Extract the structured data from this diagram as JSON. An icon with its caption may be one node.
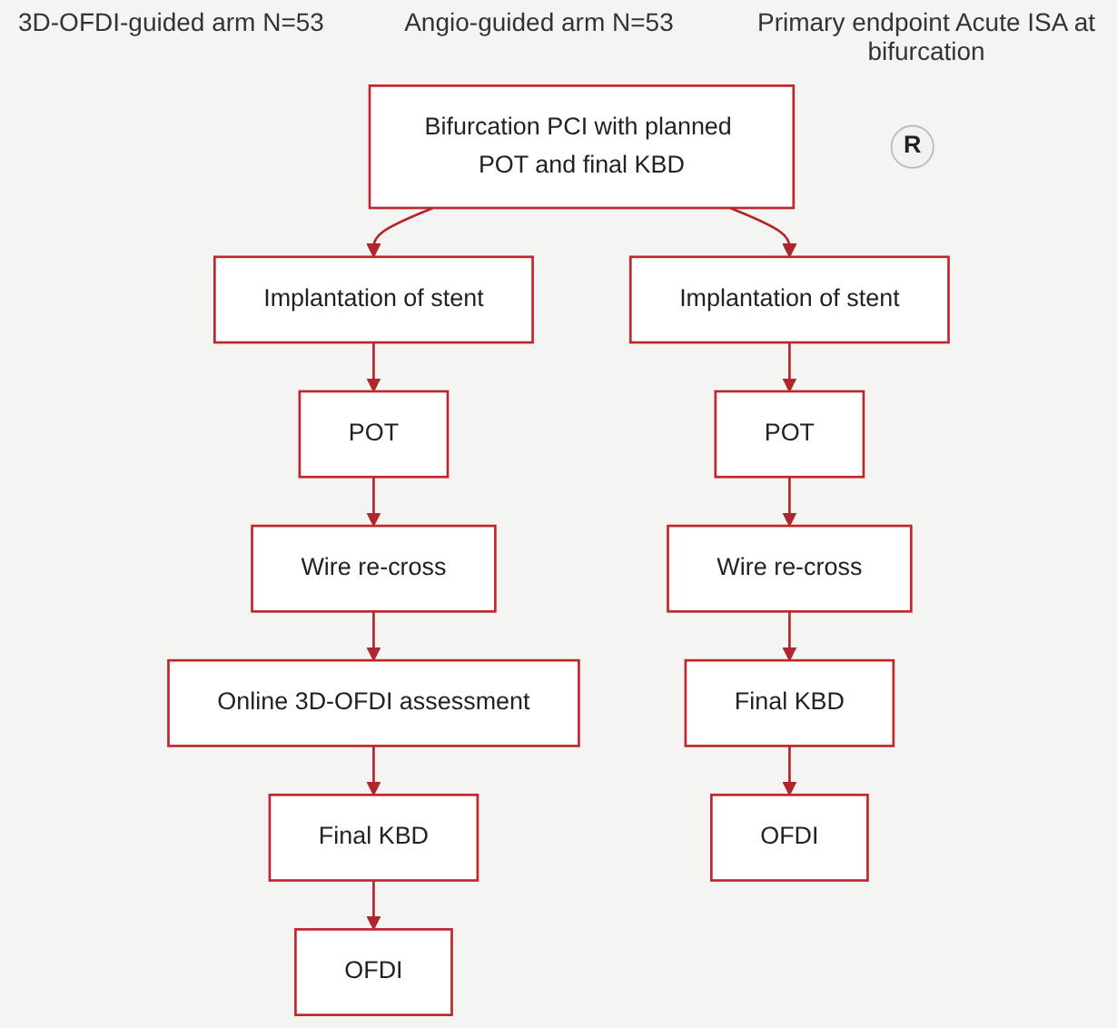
{
  "diagram": {
    "nodes": [
      {
        "text": [
          "Bifurcation PCI with planned POT and final KBD"
        ]
      },
      {
        "text": [
          "R"
        ]
      },
      {
        "text": [
          "Implantation of stent"
        ]
      },
      {
        "text": [
          "POT"
        ]
      },
      {
        "text": [
          "Wire re-cross"
        ]
      },
      {
        "text": [
          "Online 3D-OFDI assessment"
        ]
      },
      {
        "text": [
          "Final KBD"
        ]
      },
      {
        "text": [
          "OFDI"
        ]
      },
      {
        "text": [
          "Implantation of stent"
        ]
      },
      {
        "text": [
          "POT"
        ]
      },
      {
        "text": [
          "Wire re-cross"
        ]
      },
      {
        "text": [
          "Final KBD"
        ]
      },
      {
        "text": [
          "OFDI"
        ]
      }
    ],
    "edges": [
      {
        "from": 0,
        "to": 2,
        "arrow": "to"
      },
      {
        "from": 0,
        "to": 8,
        "arrow": "to"
      },
      {
        "from": 2,
        "to": 3,
        "arrow": "to"
      },
      {
        "from": 3,
        "to": 4,
        "arrow": "to"
      },
      {
        "from": 4,
        "to": 5,
        "arrow": "to"
      },
      {
        "from": 5,
        "to": 6,
        "arrow": "to"
      },
      {
        "from": 6,
        "to": 7,
        "arrow": "to"
      },
      {
        "from": 8,
        "to": 9,
        "arrow": "to"
      },
      {
        "from": 9,
        "to": 10,
        "arrow": "to"
      },
      {
        "from": 10,
        "to": 11,
        "arrow": "to"
      },
      {
        "from": 11,
        "to": 12,
        "arrow": "to"
      }
    ],
    "labels": [
      "3D-OFDI-guided arm N=53",
      "Angio-guided arm N=53",
      "Primary endpoint Acute ISA at bifurcation"
    ]
  }
}
